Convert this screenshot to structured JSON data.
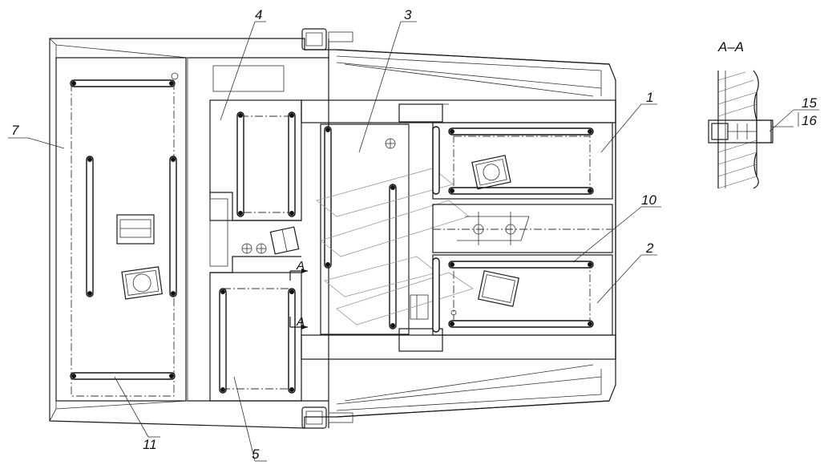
{
  "callouts": {
    "c1": "1",
    "c2": "2",
    "c3": "3",
    "c4": "4",
    "c5": "5",
    "c7": "7",
    "c10": "10",
    "c11": "11",
    "c15": "15",
    "c16": "16"
  },
  "section": {
    "title": "A–A",
    "marker_top": "A",
    "marker_bottom": "A"
  }
}
